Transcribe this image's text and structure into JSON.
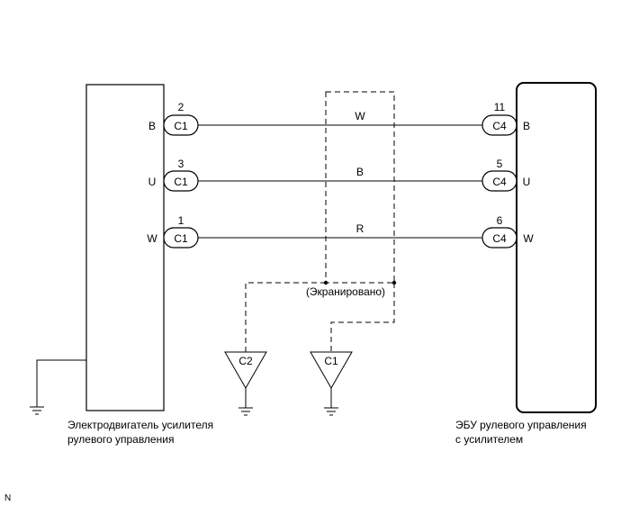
{
  "left_component": {
    "label_line1": "Электродвигатель усилителя",
    "label_line2": "рулевого управления"
  },
  "right_component": {
    "label_line1": "ЭБУ рулевого управления",
    "label_line2": "с усилителем"
  },
  "wires": [
    {
      "left_pin": "2",
      "left_connector": "C1",
      "left_terminal": "B",
      "wire_color": "W",
      "right_pin": "11",
      "right_connector": "C4",
      "right_terminal": "B"
    },
    {
      "left_pin": "3",
      "left_connector": "C1",
      "left_terminal": "U",
      "wire_color": "B",
      "right_pin": "5",
      "right_connector": "C4",
      "right_terminal": "U"
    },
    {
      "left_pin": "1",
      "left_connector": "C1",
      "left_terminal": "W",
      "wire_color": "R",
      "right_pin": "6",
      "right_connector": "C4",
      "right_terminal": "W"
    }
  ],
  "shield_label": "(Экранировано)",
  "shield_grounds": [
    {
      "label": "C2"
    },
    {
      "label": "C1"
    }
  ],
  "corner_mark": "N"
}
